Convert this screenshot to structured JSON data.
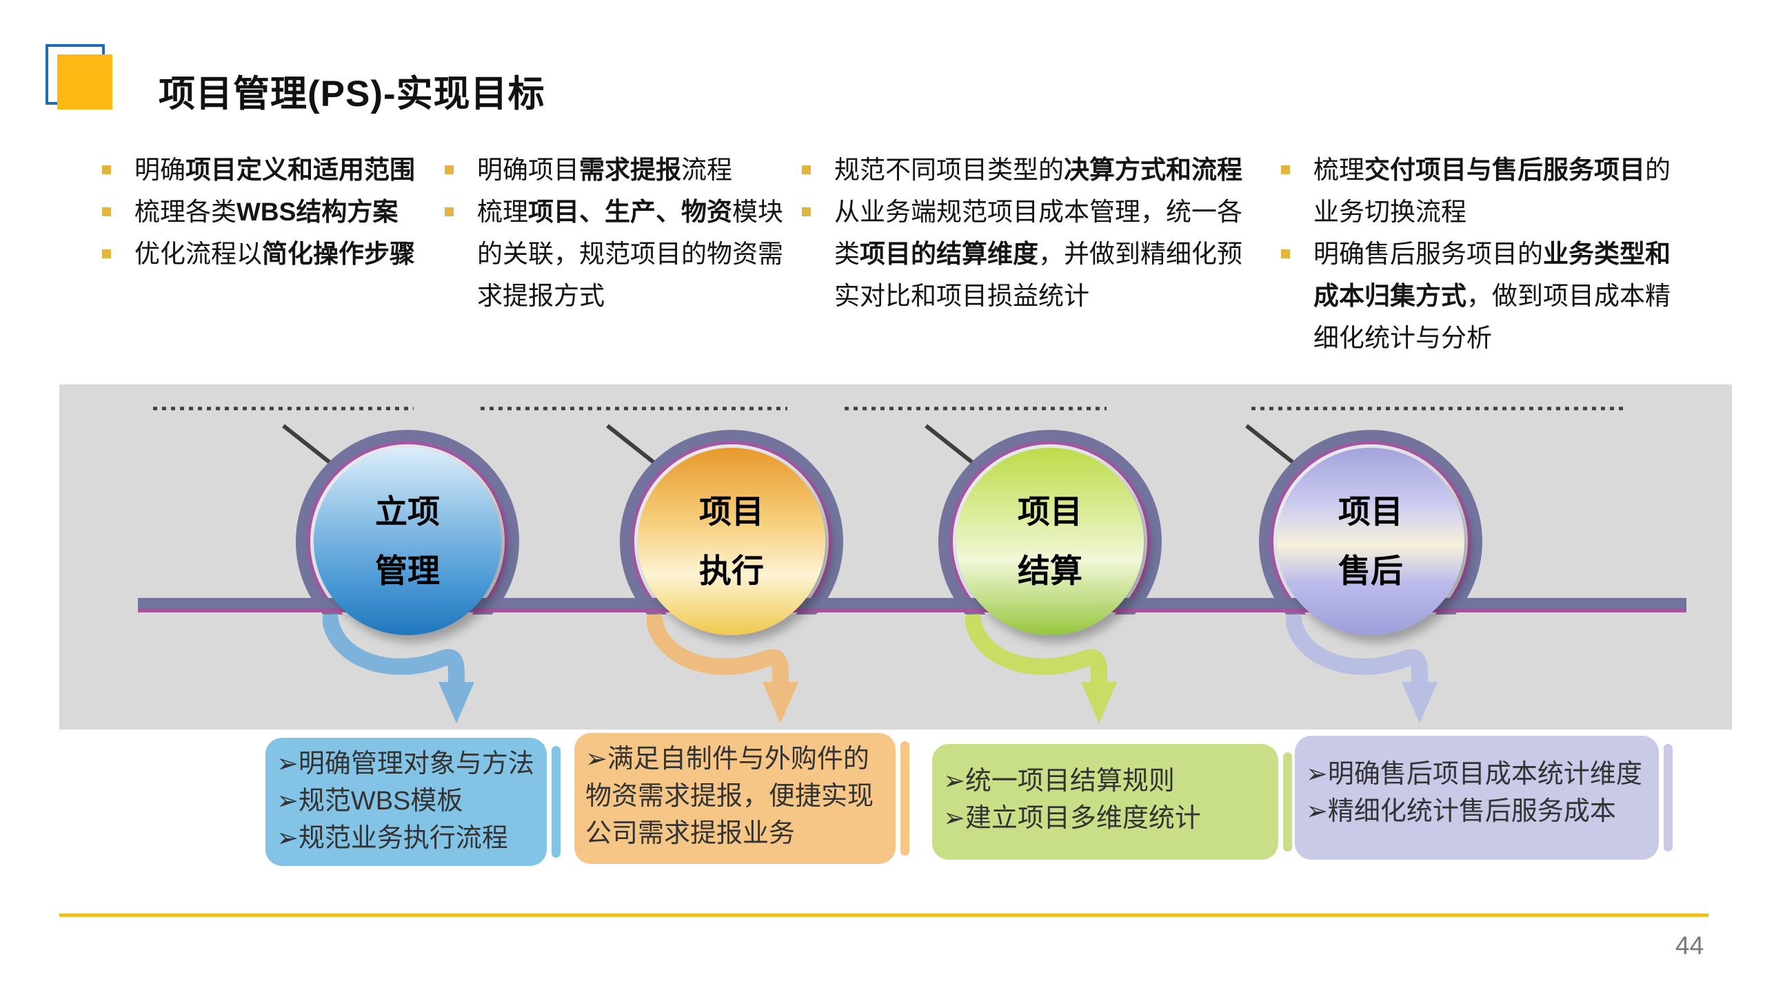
{
  "header": {
    "title": "项目管理(PS)-实现目标"
  },
  "colors": {
    "accent_yellow": "#FDB913",
    "logo_outline_blue": "#1F6CB0",
    "bullet_marker": "#E3B440",
    "band_gray": "#D9D9D9",
    "rail_slate": "#73749E",
    "rail_magenta": "#A4549C",
    "footer_line_yellow": "#EFBF2A",
    "node_blue_box": "#82C3E6",
    "node_orange_box": "#F6C687",
    "node_green_box": "#C8DF87",
    "node_purple_box": "#C9C9E8"
  },
  "goal_columns": [
    {
      "bullets": [
        {
          "pre": "明确",
          "strong": "项目定义和适用范围",
          "post": ""
        },
        {
          "pre": "梳理各类",
          "strong": "WBS结构方案",
          "post": ""
        },
        {
          "pre": "优化流程以",
          "strong": "简化操作步骤",
          "post": ""
        }
      ]
    },
    {
      "bullets": [
        {
          "pre": "明确项目",
          "strong": "需求提报",
          "post": "流程"
        },
        {
          "pre": "梳理",
          "strong": "项目、生产、物资",
          "post": "模块的关联，规范项目的物资需求提报方式"
        }
      ]
    },
    {
      "bullets": [
        {
          "pre": "规范不同项目类型的",
          "strong": "决算方式和流程",
          "post": ""
        },
        {
          "pre": "从业务端规范项目成本管理，统一各类",
          "strong": "项目的结算维度",
          "post": "，并做到精细化预实对比和项目损益统计"
        }
      ]
    },
    {
      "bullets": [
        {
          "pre": "梳理",
          "strong": "交付项目与售后服务项目",
          "post": "的业务切换流程"
        },
        {
          "pre": "明确售后服务项目的",
          "strong": "业务类型和成本归集方式",
          "post": "，做到项目成本精细化统计与分析"
        }
      ]
    }
  ],
  "process": {
    "nodes": [
      {
        "label_top": "立项",
        "label_bottom": "管理",
        "notes": [
          "➢明确管理对象与方法",
          "➢规范WBS模板",
          "➢规范业务执行流程"
        ]
      },
      {
        "label_top": "项目",
        "label_bottom": "执行",
        "notes": [
          "➢满足自制件与外购件的物资需求提报，便捷实现公司需求提报业务"
        ]
      },
      {
        "label_top": "项目",
        "label_bottom": "结算",
        "notes": [
          "➢统一项目结算规则",
          "➢建立项目多维度统计"
        ]
      },
      {
        "label_top": "项目",
        "label_bottom": "售后",
        "notes": [
          "➢明确售后项目成本统计维度",
          "➢精细化统计售后服务成本"
        ]
      }
    ]
  },
  "footer": {
    "page_number": "44"
  }
}
